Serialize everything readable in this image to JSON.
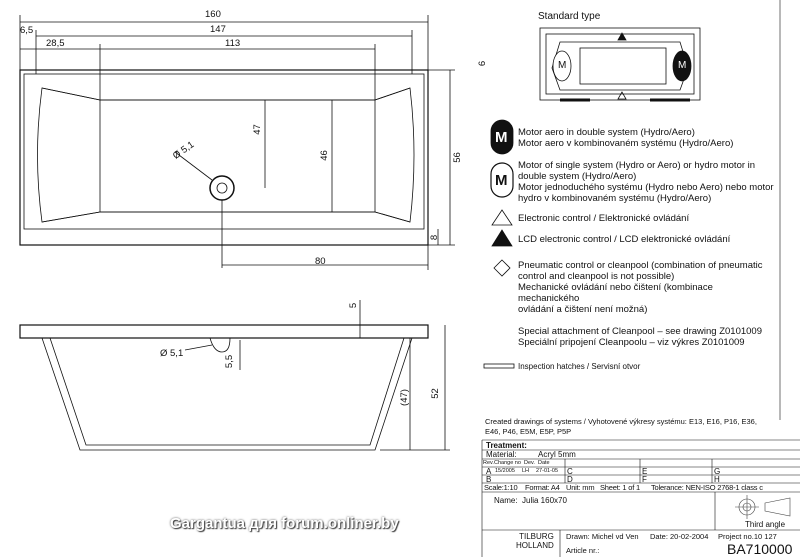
{
  "top_view": {
    "dims": {
      "overall_length": "160",
      "inner_length": "147",
      "rim_left": "6,5",
      "offset": "28,5",
      "bottom_length": "113",
      "depth_mark": "47",
      "bottom_width": "46",
      "drain_diameter": "Ø 5,1",
      "drain_position": "80",
      "width": "56",
      "rim_top": "6",
      "rim_bottom": "8"
    }
  },
  "side_view": {
    "dims": {
      "rim": "5",
      "drain_diameter": "Ø 5,1",
      "drain_height": "5,5",
      "inner_depth": "(47)",
      "total_height": "52"
    }
  },
  "standard_type": {
    "title": "Standard type",
    "motor_label": "M"
  },
  "legend": [
    {
      "icon": "motor-aero-icon",
      "lines": [
        "Motor aero in double system (Hydro/Aero)",
        "Motor aero v kombinovaném systému (Hydro/Aero)"
      ]
    },
    {
      "icon": "motor-single-icon",
      "lines": [
        "Motor of single system (Hydro or Aero) or hydro motor in",
        "double system (Hydro/Aero)",
        "Motor jednoduchého systému (Hydro nebo Aero) nebo motor",
        "hydro v kombinovaném systému (Hydro/Aero)"
      ]
    },
    {
      "icon": "triangle-outline-icon",
      "lines": [
        "Electronic control / Elektronické ovládání"
      ]
    },
    {
      "icon": "triangle-filled-icon",
      "lines": [
        "LCD electronic control / LCD elektronické ovládání"
      ]
    },
    {
      "icon": "pneumatic-control-icon",
      "lines": [
        "Pneumatic control or cleanpool (combination of pneumatic",
        "control and cleanpool is not possible)",
        "Mechanické ovládání nebo čištení (kombinace",
        "mechanického",
        "ovládání a čištení není možná)"
      ]
    },
    {
      "icon": "none",
      "lines": [
        "Special attachment of Cleanpool – see drawing Z0101009",
        "Speciální pripojení Cleanpoolu – viz výkres Z0101009"
      ]
    },
    {
      "icon": "inspection-hatch-icon",
      "lines": [
        "Inspection hatches / Servisní otvor"
      ]
    }
  ],
  "title_block": {
    "systems": [
      "Created drawings of systems / Vyhotovené výkresy systému: E13, E16, P16, E36,",
      "E46, P46, E5M, E5P, P5P"
    ],
    "treatment": "Treatment:",
    "material_label": "Material:",
    "material": "Acryl 5mm",
    "rev_headers": [
      "Rev.",
      "Change no",
      "Dev.",
      "Date"
    ],
    "revs": [
      {
        "rev": "A",
        "change": "15/2005",
        "dev": "LH",
        "date": "27-01-05"
      },
      {
        "rev": "B"
      },
      {
        "rev": "C"
      },
      {
        "rev": "D"
      },
      {
        "rev": "E"
      },
      {
        "rev": "F"
      },
      {
        "rev": "G"
      },
      {
        "rev": "H"
      }
    ],
    "scale": "Scale:1:10",
    "format": "Format: A4",
    "unit": "Unit: mm",
    "sheet": "Sheet: 1   of  1",
    "tolerance": "Tolerance: NEN-ISO 2768-1 class c",
    "name_label": "Name:",
    "name": "Julia 160x70",
    "projection": "Third angle",
    "company": [
      "TILBURG",
      "HOLLAND"
    ],
    "drawn": "Drawn: Michel vd Ven",
    "date": "Date: 20-02-2004",
    "project": "Project no.10 127",
    "article": "Article nr.:",
    "drawing_no": "BA710000"
  },
  "watermark": "Gargantua для forum.onliner.by"
}
